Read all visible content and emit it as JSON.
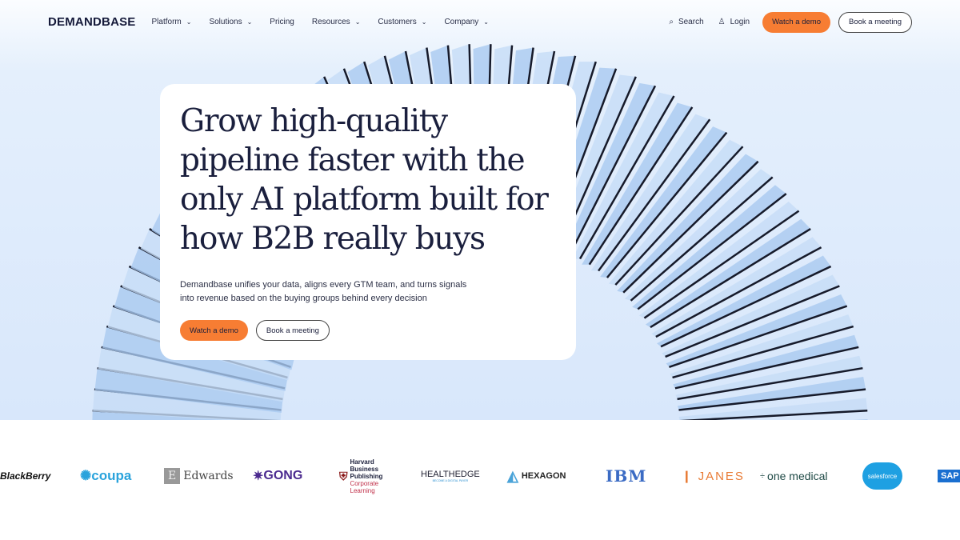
{
  "nav": {
    "logo": "DEMANDBASE",
    "items": [
      {
        "label": "Platform",
        "dropdown": true
      },
      {
        "label": "Solutions",
        "dropdown": true
      },
      {
        "label": "Pricing",
        "dropdown": false
      },
      {
        "label": "Resources",
        "dropdown": true
      },
      {
        "label": "Customers",
        "dropdown": true
      },
      {
        "label": "Company",
        "dropdown": true
      }
    ],
    "search": "Search",
    "login": "Login",
    "watch_demo": "Watch a demo",
    "book_meeting": "Book a meeting"
  },
  "hero": {
    "title": "Grow high-quality pipeline faster with the only AI platform built for how B2B really buys",
    "subtitle": "Demandbase unifies your data, aligns every GTM team, and turns signals into revenue based on the buying groups behind every decision",
    "watch_demo": "Watch a demo",
    "book_meeting": "Book a meeting"
  },
  "colors": {
    "accent": "#f77d33",
    "hero_bg": "#d8e7fb",
    "text": "#1a1f3d"
  },
  "logos": {
    "blackberry": "BlackBerry",
    "coupa": "coupa",
    "edwards": "Edwards",
    "gong": "GONG",
    "harvard": "Harvard Business Publishing",
    "harvard_sub": "Corporate Learning",
    "healthedge": "HEALTHEDGE",
    "healthedge_tag": "BECOME A DIGITAL PAYER",
    "hexagon": "HEXAGON",
    "ibm": "IBM",
    "janes": "JANES",
    "onemedical": "one medical",
    "salesforce": "salesforce",
    "sap": "SAP"
  }
}
